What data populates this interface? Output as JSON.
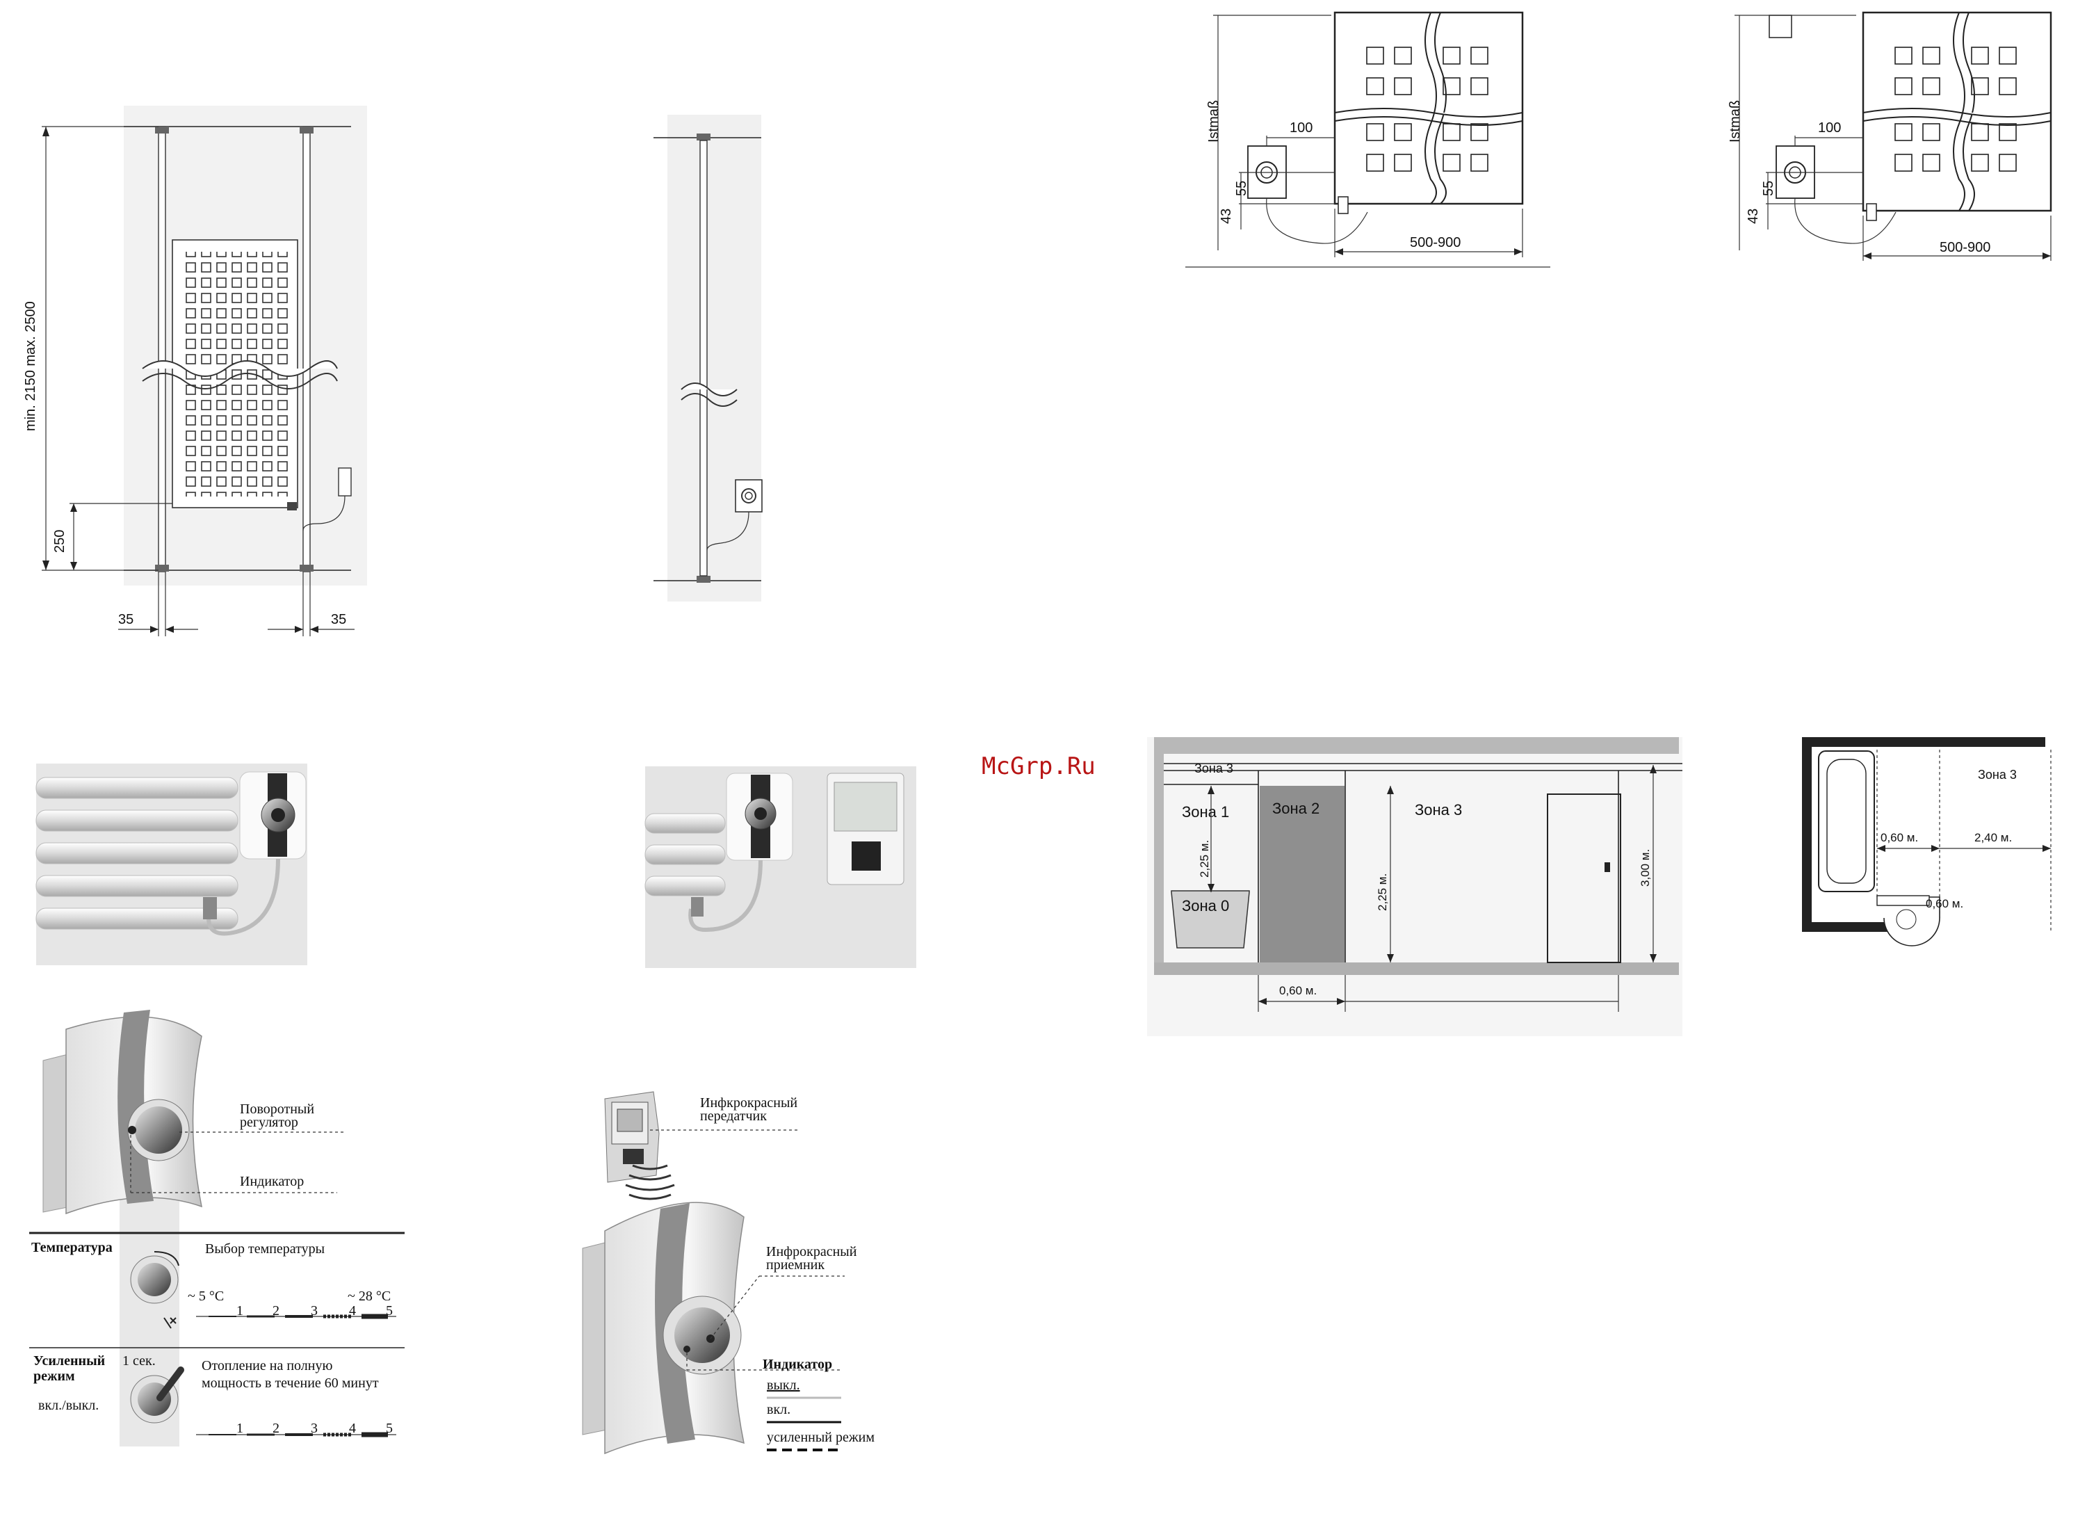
{
  "watermark": "McGrp.Ru",
  "install_front": {
    "height_label": "min. 2150 max. 2500",
    "dim_250": "250",
    "dim_left": "35",
    "dim_right": "35"
  },
  "detail_left": {
    "istmass": "Istmaß",
    "d100": "100",
    "d43": "43",
    "d55": "55",
    "width": "500-900"
  },
  "detail_right": {
    "istmass": "Istmaß",
    "d100": "100",
    "d43": "43",
    "d55": "55",
    "width": "500-900"
  },
  "zones": {
    "zone3_top": "Зона 3",
    "zone1": "Зона 1",
    "zone2": "Зона 2",
    "zone3": "Зона 3",
    "zone0": "Зона 0",
    "h225a": "2,25 м.",
    "h225b": "2,25 м.",
    "h300": "3,00 м.",
    "w060": "0,60 м."
  },
  "plan": {
    "zone3": "Зона 3",
    "d060a": "0,60 м.",
    "d240": "2,40 м.",
    "d060b": "0,60 м."
  },
  "controller": {
    "rotary_line1": "Поворотный",
    "rotary_line2": "регулятор",
    "indicator": "Индикатор",
    "temperature_title": "Температура",
    "temperature_select": "Выбор температуры",
    "temp_min": "~ 5 °C",
    "temp_max": "~ 28 °C",
    "boost_title_line1": "Усиленный",
    "boost_title_line2": "режим",
    "boost_onoff": "вкл./выкл.",
    "one_sec": "1 сек.",
    "boost_desc_line1": "Отопление на полную",
    "boost_desc_line2": "мощность в течение 60 минут",
    "scale": [
      "1",
      "2",
      "3",
      "4",
      "5"
    ]
  },
  "remote": {
    "tx_line1": "Инфкрокрасный",
    "tx_line2": "передатчик",
    "rx_line1": "Инфрокрасный",
    "rx_line2": "приемник",
    "indicator": "Индикатор",
    "off": "выкл.",
    "on": "вкл.",
    "boost": "усиленный режим"
  }
}
